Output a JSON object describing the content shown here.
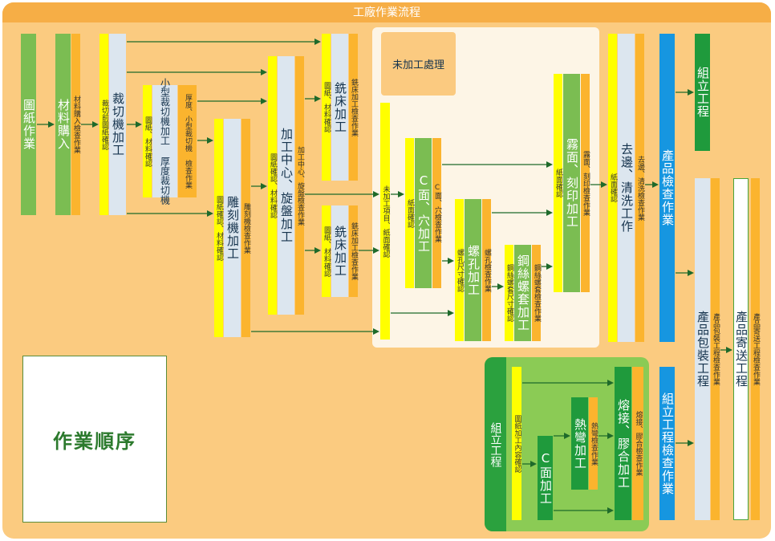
{
  "header": {
    "title": "工廠作業流程"
  },
  "panels": {
    "unprocessed": "未加工處理"
  },
  "legend": {
    "label": "作業順序"
  },
  "nodes": {
    "drawing": "圖紙作業",
    "material_purchase": "材料購入",
    "material_check": "材料購入檢查作業",
    "pre_cut_check": "裁切前圖紙確認",
    "cutting": "裁切機加工",
    "drawing_material_check_1": "圖紙、材料確認",
    "thick_cutting": "小型裁切機加工 厚度裁切機",
    "thick_check": "厚度、小型裁切機 檢查作業",
    "drawing_material_check_2": "圖紙確認、材料確認",
    "engraving": "雕刻機加工",
    "engraving_check": "雕刻機檢查作業",
    "drawing_material_check_3": "圖紙確認、材料確認",
    "machining_center": "加工中心、旋盤加工",
    "mc_check": "加工中心、旋盤檢查作業",
    "drawing_material_check_4": "圖紙、材料確認",
    "milling_1": "銑床加工",
    "milling_check_1": "銑床加工檢查作業",
    "drawing_material_check_5": "圖紙、材料確認",
    "milling_2": "銑床加工",
    "milling_check_2": "銑床加工檢查作業",
    "unprocessed_check": "未加工項目、紙面確認",
    "paper_check_1": "紙面確認",
    "c_face": "C面、穴加工",
    "c_face_check": "C面、穴檢查作業",
    "thread_size_check": "螺孔尺寸確認",
    "thread": "螺孔加工",
    "thread_check": "螺孔檢查作業",
    "insert_size_check": "鋼絲螺套尺寸確認",
    "insert": "鋼絲螺套加工",
    "insert_check": "鋼絲螺套檢查作業",
    "paper_check_2": "紙面確認",
    "matte": "霧面、刻印加工",
    "matte_check": "霧面、刻印檢查作業",
    "paper_check_3": "紙面確認",
    "deburr": "去邊、清洗工作",
    "deburr_check": "去邊、清洗檢查作業",
    "product_inspection": "產品檢查作業",
    "assembly": "組立工程",
    "packaging": "產品包裝工程",
    "packaging_check": "產品包裝工程檢查作業",
    "shipping": "產品寄送工程",
    "shipping_check": "產品寄送工程檢查作業",
    "assembly_inspection": "組立工程檢查作業"
  },
  "assembly_sub": {
    "label": "組立工程",
    "content_check": "圖紙加工內容確認",
    "c_face": "C面加工",
    "bending": "熱彎加工",
    "bending_check": "熱彎檢查作業",
    "welding": "熔接、膠合加工",
    "welding_check": "熔接、膠合檢查作業"
  }
}
